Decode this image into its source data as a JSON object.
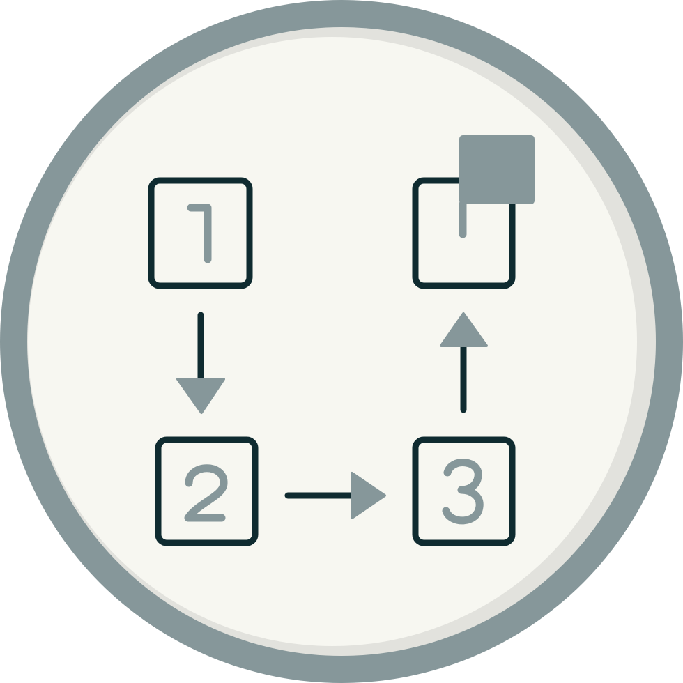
{
  "icon": {
    "semantic_name": "process-steps-icon",
    "steps": [
      {
        "number": "1"
      },
      {
        "number": "2"
      },
      {
        "number": "3"
      }
    ],
    "colors": {
      "background": "#ffffff",
      "ring": "#86979a",
      "disc": "#f7f7f1",
      "disc_shadow": "#e2e2dd",
      "stroke": "#0f2b30",
      "accent": "#86979a"
    }
  }
}
